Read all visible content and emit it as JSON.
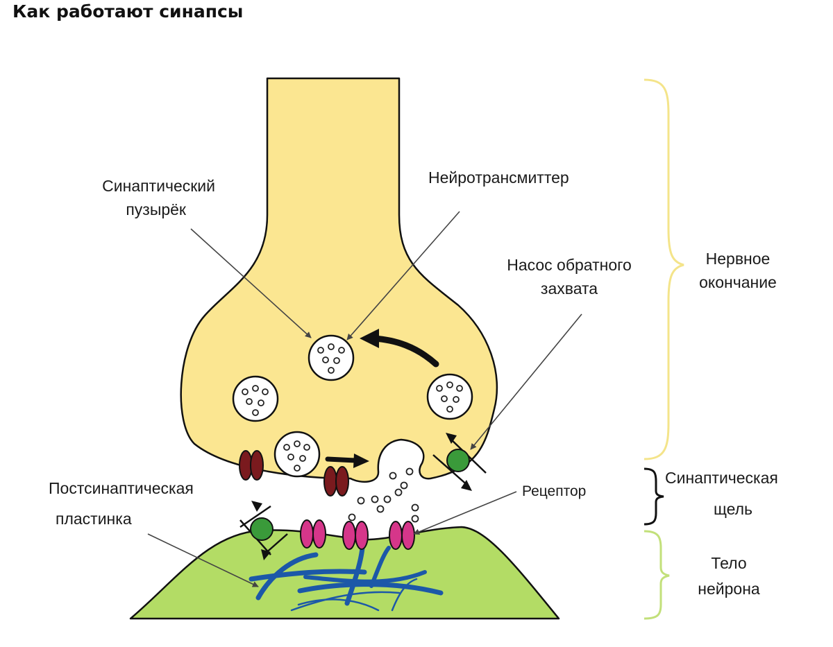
{
  "title": "Как работают синапсы",
  "labels": {
    "vesicle_l1": "Синаптический",
    "vesicle_l2": "пузырёк",
    "neurotransmitter": "Нейротрансмиттер",
    "pump_l1": "Насос обратного",
    "pump_l2": "захвата",
    "terminal_l1": "Нервное",
    "terminal_l2": "окончание",
    "cleft_l1": "Синаптическая",
    "cleft_l2": "щель",
    "postsyn_l1": "Постсинаптическая",
    "postsyn_l2": "пластинка",
    "receptor": "Рецептор",
    "body_l1": "Тело",
    "body_l2": "нейрона"
  },
  "colors": {
    "terminal": "#fbe691",
    "neuron_body": "#b3dc65",
    "receptor": "#d6368a",
    "channel": "#7a1a1e",
    "pump": "#3a9a3a",
    "fibers": "#1c58a8",
    "brace_terminal": "#f4e48a",
    "brace_body": "#c2e07a"
  }
}
